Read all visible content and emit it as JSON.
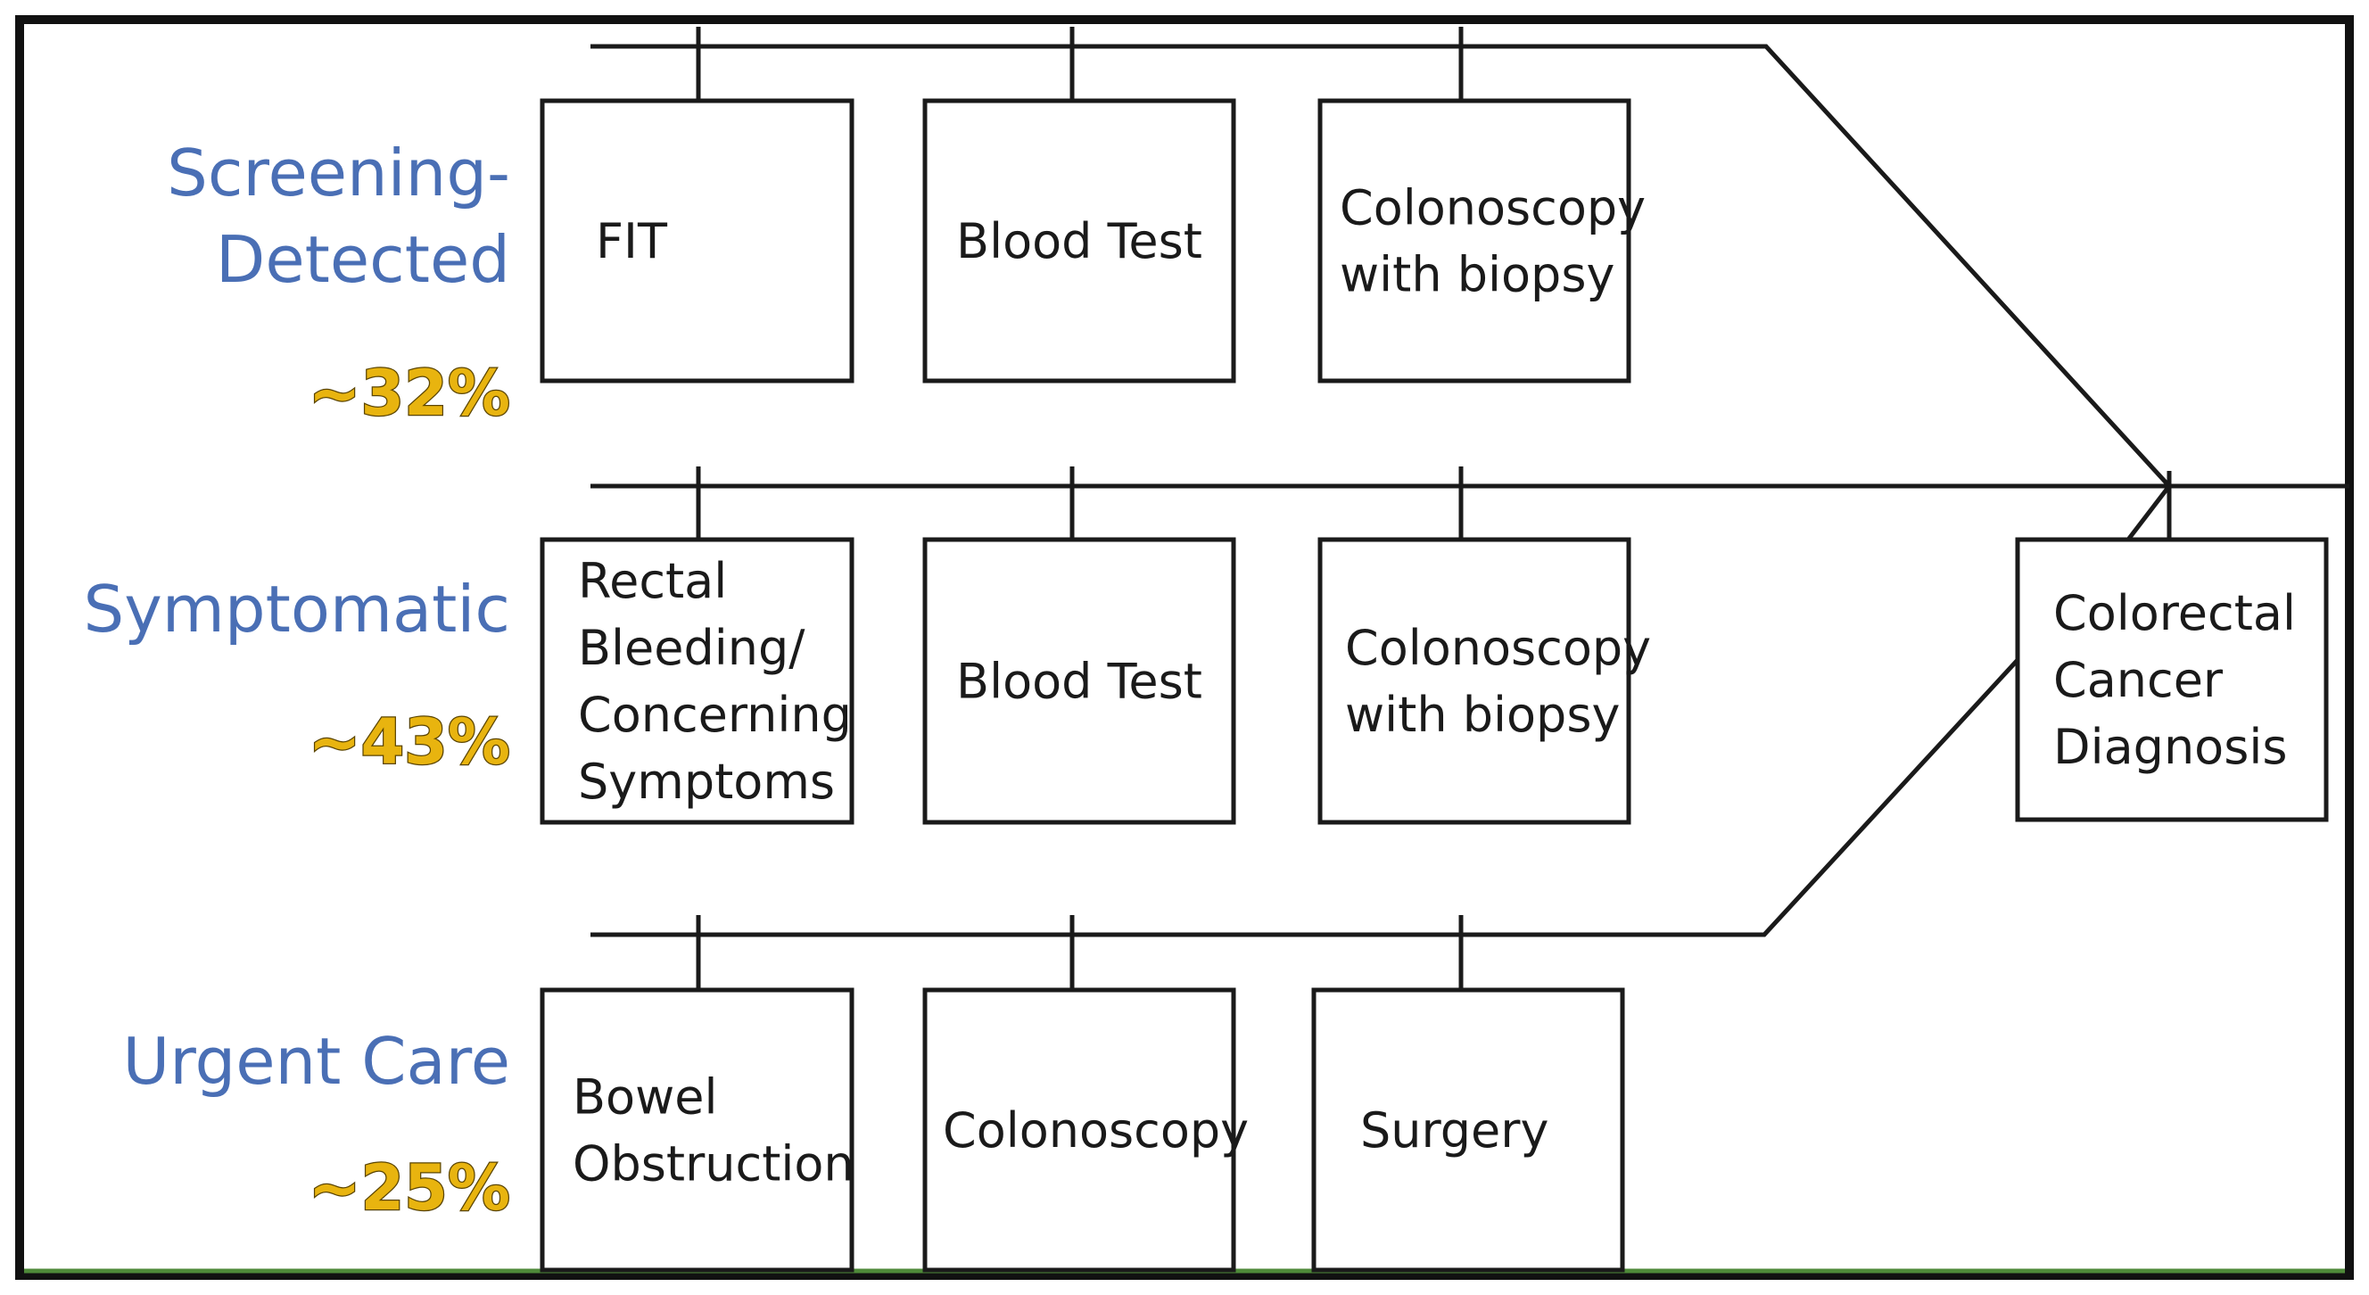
{
  "pathways": [
    {
      "label_lines": [
        "Screening-",
        "Detected"
      ],
      "percent": "~32%",
      "steps": [
        {
          "lines": [
            "FIT"
          ]
        },
        {
          "lines": [
            "Blood Test"
          ]
        },
        {
          "lines": [
            "Colonoscopy",
            "with biopsy"
          ]
        }
      ]
    },
    {
      "label_lines": [
        "Symptomatic"
      ],
      "percent": "~43%",
      "steps": [
        {
          "lines": [
            "Rectal",
            "Bleeding/",
            "Concerning",
            "Symptoms"
          ]
        },
        {
          "lines": [
            "Blood Test"
          ]
        },
        {
          "lines": [
            "Colonoscopy",
            "with biopsy"
          ]
        }
      ]
    },
    {
      "label_lines": [
        "Urgent Care"
      ],
      "percent": "~25%",
      "steps": [
        {
          "lines": [
            "Bowel",
            "Obstruction"
          ]
        },
        {
          "lines": [
            "Colonoscopy"
          ]
        },
        {
          "lines": [
            "Surgery"
          ]
        }
      ]
    }
  ],
  "outcome": {
    "lines": [
      "Colorectal",
      "Cancer",
      "Diagnosis"
    ]
  },
  "colors": {
    "pathway_label": "#4a6fb5",
    "percent_fill": "#e8b40f",
    "percent_outline": "#5a4400",
    "line": "#1a1a1a",
    "frame": "#111111",
    "bottom_rule": "#4f8a3a"
  }
}
